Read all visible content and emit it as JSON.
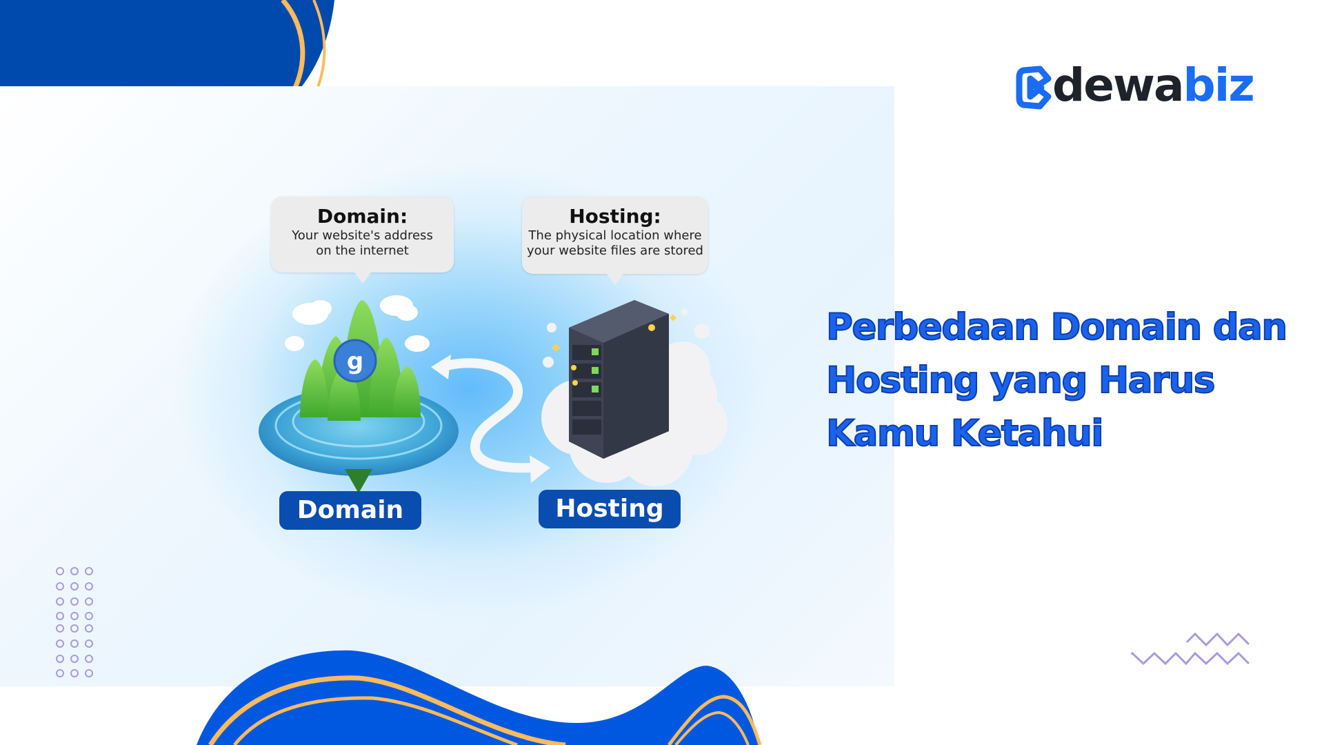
{
  "brand": {
    "name_part1": "dewa",
    "name_part2": "biz",
    "icon": "dewabiz-logo-icon",
    "color_dark": "#1e232b",
    "color_accent": "#1a6cf5"
  },
  "headline": {
    "lines": [
      "Perbedaan Domain dan",
      "Hosting yang Harus",
      "Kamu Ketahui"
    ],
    "color": "#1a62ee"
  },
  "illustration": {
    "domain": {
      "bubble_title": "Domain:",
      "bubble_text_line1": "Your website's address",
      "bubble_text_line2": "on the internet",
      "label": "Domain",
      "icon": "island-globe-icon"
    },
    "hosting": {
      "bubble_title": "Hosting:",
      "bubble_text_line1": "The physical location where",
      "bubble_text_line2": "your website files are stored",
      "label": "Hosting",
      "icon": "server-cloud-icon"
    },
    "connector_icon": "double-arrow-icon",
    "label_bg": "#0a4db0"
  },
  "decor": {
    "primary_blue": "#0049ad",
    "wave_blue": "#0058e0",
    "accent_yellow": "#ffbb5c",
    "pattern_purple": "#a99ae0"
  }
}
